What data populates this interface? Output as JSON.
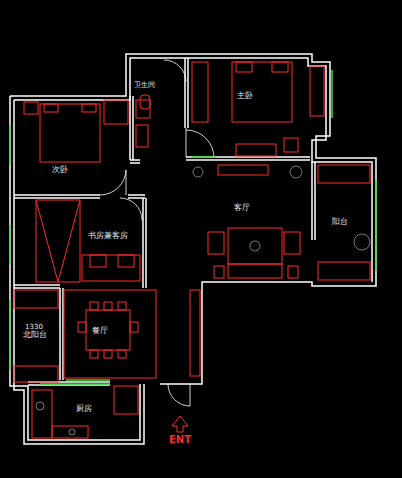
{
  "diagram": {
    "labels": [
      "卫生间",
      "主卧",
      "次卧",
      "客厅",
      "阳台",
      "书房兼客房",
      "1330",
      "北阳台",
      "餐厅",
      "厨房",
      "ENT"
    ]
  }
}
